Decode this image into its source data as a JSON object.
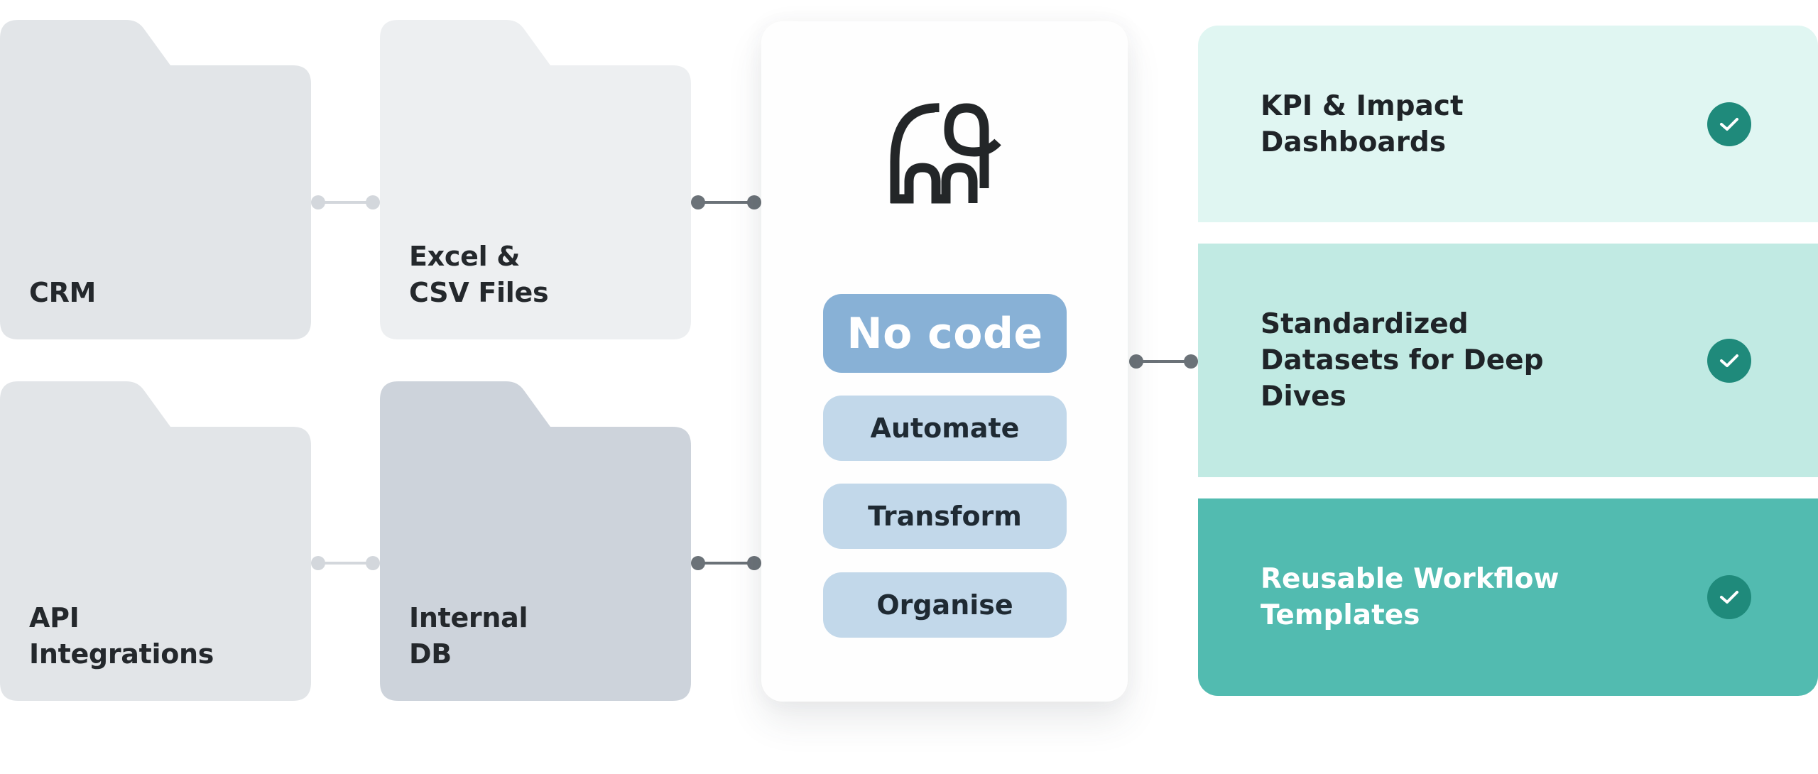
{
  "sources": [
    {
      "label": "CRM",
      "fill": "#e2e5e8"
    },
    {
      "label": "Excel &\nCSV Files",
      "fill": "#edeff1"
    },
    {
      "label": "API\nIntegrations",
      "fill": "#e2e5e8"
    },
    {
      "label": "Internal\nDB",
      "fill": "#cdd3db"
    }
  ],
  "platform": {
    "logo": "elephant-logo-icon",
    "headline": "No code",
    "steps": [
      "Automate",
      "Transform",
      "Organise"
    ]
  },
  "outputs": [
    {
      "label": "KPI & Impact\nDashboards",
      "fill": "#e0f6f2",
      "text_color": "#1f2428",
      "icon": "check-circle-icon"
    },
    {
      "label": "Standardized\nDatasets for Deep\nDives",
      "fill": "#c1eae3",
      "text_color": "#1f2428",
      "icon": "check-circle-icon"
    },
    {
      "label": "Reusable Workflow\nTemplates",
      "fill": "#52bbb0",
      "text_color": "#ffffff",
      "icon": "check-circle-icon"
    }
  ],
  "colors": {
    "accent_teal": "#1f8a7b",
    "connector_light": "#d3d7dc",
    "connector_dark": "#6b7278",
    "headline_pill": "#88b1d6",
    "step_pill": "#c2d8ea"
  }
}
